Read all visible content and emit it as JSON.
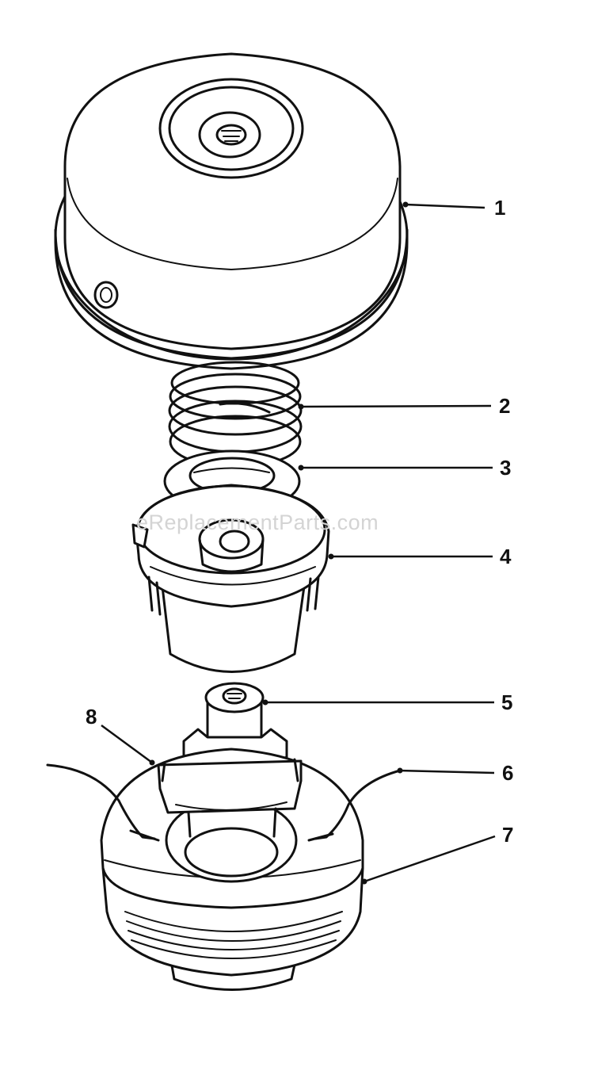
{
  "watermark": "eReplacementParts.com",
  "callouts": [
    {
      "id": "1"
    },
    {
      "id": "2"
    },
    {
      "id": "3"
    },
    {
      "id": "4"
    },
    {
      "id": "5"
    },
    {
      "id": "6"
    },
    {
      "id": "7"
    },
    {
      "id": "8"
    }
  ]
}
